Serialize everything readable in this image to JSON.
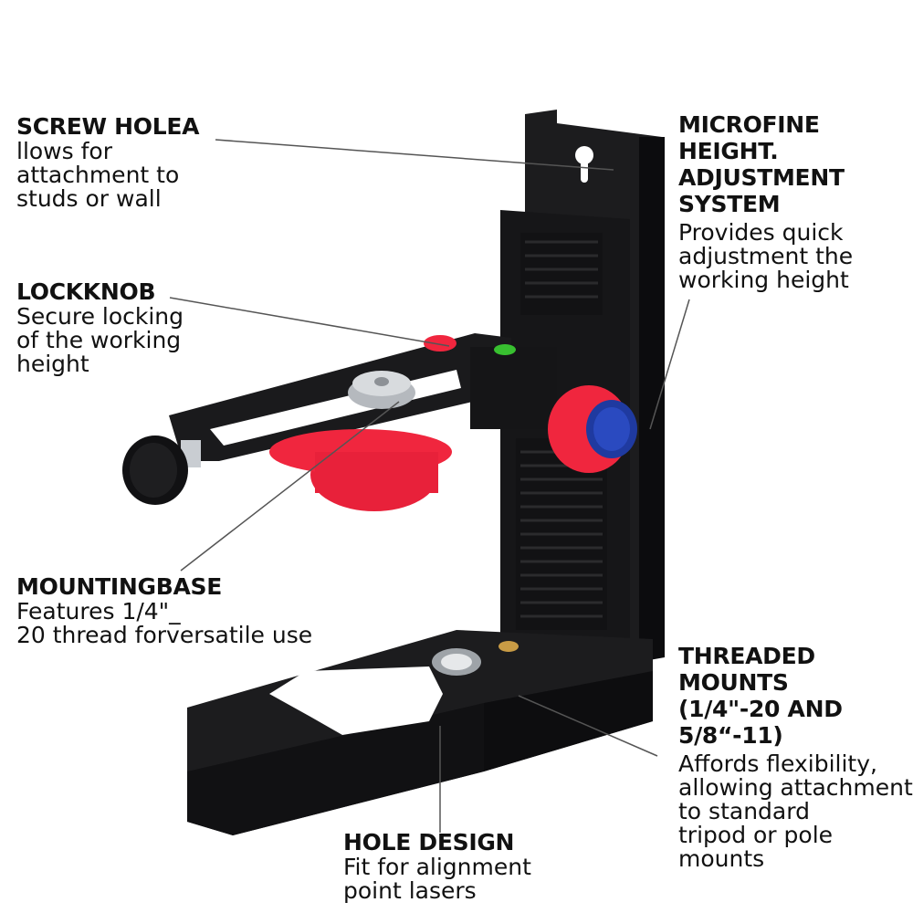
{
  "colors": {
    "body_black": "#1c1c1e",
    "body_dark": "#0e0e10",
    "knob_red": "#f0263e",
    "knob_blue": "#1f3aa0",
    "metal": "#c9cdd2",
    "bubble_green": "#38c030",
    "brass": "#c89b45",
    "leader_line": "#555555",
    "text": "#111111"
  },
  "callouts": {
    "screw_hole": {
      "title": "SCREW HOLEA",
      "lines": [
        "llows for",
        "attachment to",
        "studs or wall"
      ]
    },
    "lock_knob": {
      "title": "LOCKKNOB",
      "lines": [
        "Secure locking",
        "of the working",
        "height"
      ]
    },
    "mounting_base": {
      "title": "MOUNTINGBASE",
      "lines": [
        "Features 1/4\"_",
        "20 thread forversatile use"
      ]
    },
    "hole_design": {
      "title": "HOLE DESIGN",
      "lines": [
        "Fit for alignment",
        "point lasers"
      ]
    },
    "microfine": {
      "title_lines": [
        "MICROFINE",
        "HEIGHT.",
        "ADJUSTMENT",
        "SYSTEM"
      ],
      "lines": [
        "Provides quick",
        "adjustment the",
        "working height"
      ]
    },
    "threaded_mounts": {
      "title_lines": [
        "THREADED",
        "MOUNTS",
        "(1/4\"-20 AND",
        "5/8“-11)"
      ],
      "lines": [
        "Affords flexibility,",
        "allowing attachment",
        "to standard",
        "tripod or pole",
        "mounts"
      ]
    }
  }
}
